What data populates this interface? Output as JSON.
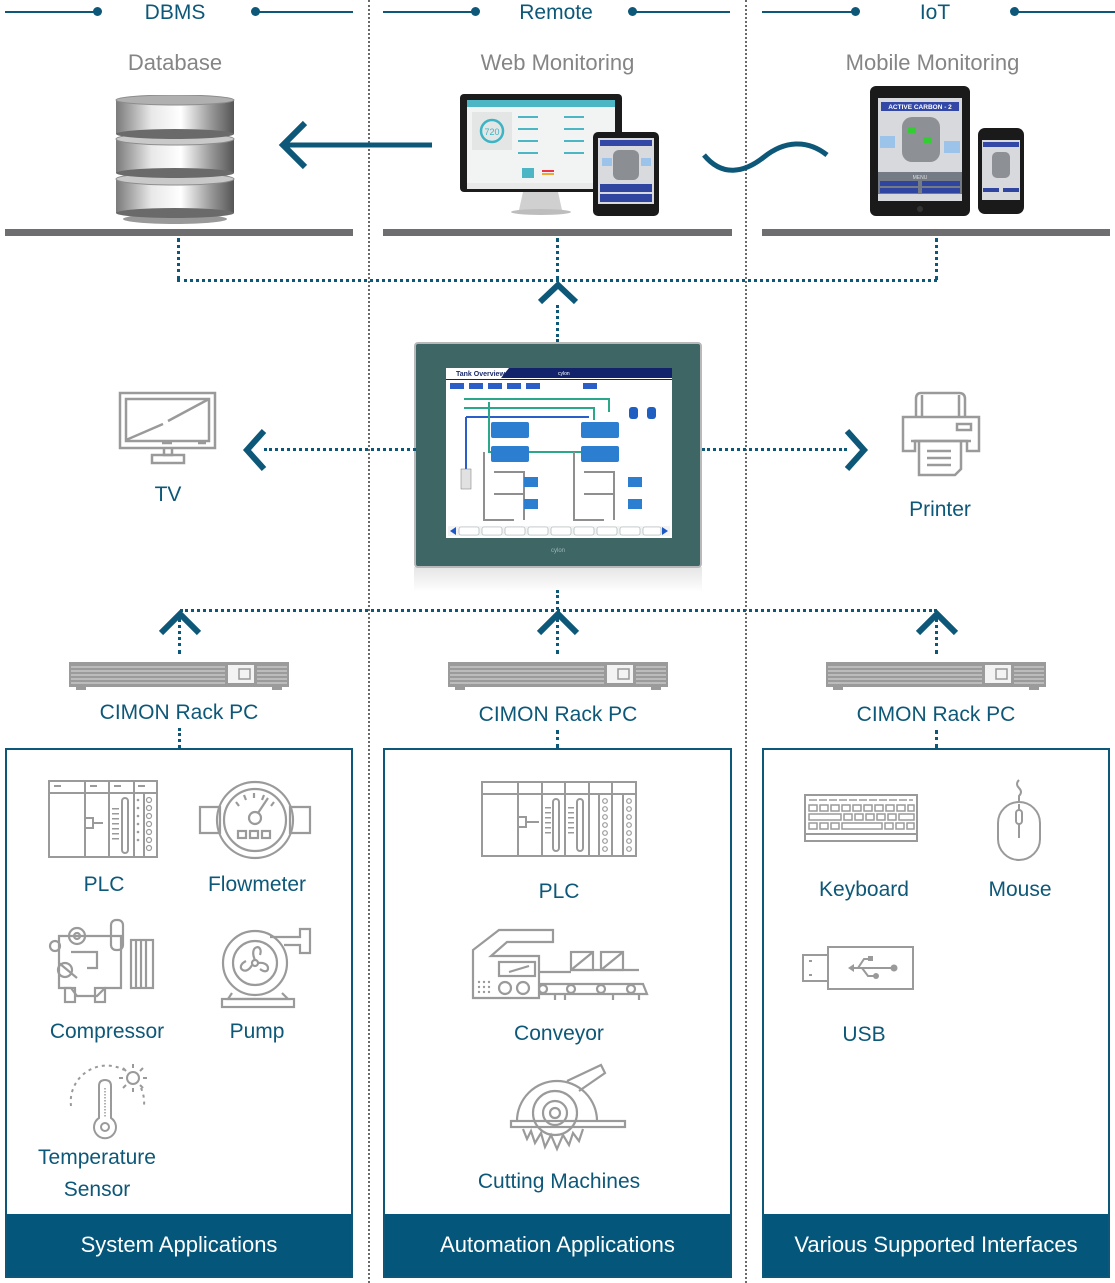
{
  "colors": {
    "accent": "#0d5878",
    "panel_footer": "#04577a",
    "shelf": "#6e6e70",
    "icon_grey": "#8c8c8c",
    "hmi_bezel": "#3d6664"
  },
  "top_sections": [
    {
      "header": "DBMS",
      "title": "Database",
      "icon": "database-icon"
    },
    {
      "header": "Remote",
      "title": "Web Monitoring",
      "icon": "monitor-tablet-icon"
    },
    {
      "header": "IoT",
      "title": "Mobile Monitoring",
      "icon": "tablet-phone-icon"
    }
  ],
  "hmi": {
    "screen_title": "Tank Overview",
    "brand": "cylon"
  },
  "mobile_screen": {
    "banner": "ACTIVE CARBON - 2",
    "menu": "MENU"
  },
  "web_screen": {
    "gauge_value": "720"
  },
  "outputs": {
    "left": {
      "label": "TV",
      "icon": "tv-icon"
    },
    "right": {
      "label": "Printer",
      "icon": "printer-icon"
    }
  },
  "rack_pcs": [
    {
      "label": "CIMON Rack PC"
    },
    {
      "label": "CIMON Rack PC"
    },
    {
      "label": "CIMON Rack PC"
    }
  ],
  "panels": [
    {
      "footer": "System Applications",
      "items": [
        {
          "label": "PLC",
          "icon": "plc-icon"
        },
        {
          "label": "Flowmeter",
          "icon": "flowmeter-icon"
        },
        {
          "label": "Compressor",
          "icon": "compressor-icon"
        },
        {
          "label": "Pump",
          "icon": "pump-icon"
        },
        {
          "label": "Temperature",
          "label2": "Sensor",
          "icon": "temperature-sensor-icon"
        }
      ]
    },
    {
      "footer": "Automation Applications",
      "items": [
        {
          "label": "PLC",
          "icon": "plc-icon"
        },
        {
          "label": "Conveyor",
          "icon": "conveyor-icon"
        },
        {
          "label": "Cutting Machines",
          "icon": "saw-icon"
        }
      ]
    },
    {
      "footer": "Various Supported Interfaces",
      "items": [
        {
          "label": "Keyboard",
          "icon": "keyboard-icon"
        },
        {
          "label": "Mouse",
          "icon": "mouse-icon"
        },
        {
          "label": "USB",
          "icon": "usb-icon"
        }
      ]
    }
  ]
}
